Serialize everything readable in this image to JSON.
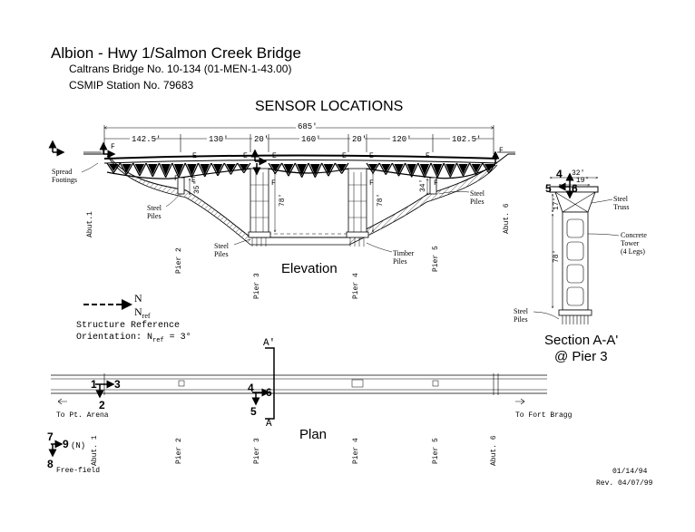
{
  "header": {
    "title": "Albion - Hwy 1/Salmon Creek Bridge",
    "subtitle1": "Caltrans Bridge No. 10-134 (01-MEN-1-43.00)",
    "subtitle2": "CSMIP Station No. 79683"
  },
  "elevation": {
    "heading": "SENSOR LOCATIONS",
    "caption": "Elevation",
    "total_length": "685'",
    "spans": [
      "142.5'",
      "130'",
      "20'",
      "160'",
      "20'",
      "120'",
      "102.5'"
    ],
    "height_35": "35'",
    "height_78a": "78'",
    "height_78b": "78'",
    "height_34": "34'",
    "label_e": "E",
    "label_f": "F",
    "spread_footings": "Spread\nFootings",
    "steel_piles": "Steel\nPiles",
    "steel_piles_2": "Steel\nPiles",
    "steel_piles_3": "Steel\nPiles",
    "timber_piles": "Timber\nPiles",
    "abut1": "Abut.1",
    "abut6": "Abut. 6",
    "pier2": "Pier 2",
    "pier3": "Pier 3",
    "pier4": "Pier 4",
    "pier5": "Pier 5"
  },
  "orientation": {
    "n": "N",
    "nref": "N",
    "nref_sub": "ref",
    "text1": "Structure Reference",
    "text2_a": "Orientation: N",
    "text2_sub": "ref",
    "text2_b": " = 3°"
  },
  "section": {
    "caption1": "Section A-A'",
    "caption2": "@ Pier 3",
    "width_32": "32'",
    "width_19": "19'",
    "height_17": "17'",
    "height_78": "78'",
    "steel_truss": "Steel\nTruss",
    "concrete_tower": "Concrete\nTower\n(4 Legs)",
    "steel_piles": "Steel\nPiles",
    "ch4": "4",
    "ch5": "5",
    "ch6": "6"
  },
  "plan": {
    "caption": "Plan",
    "to_left": "To Pt. Arena",
    "to_right": "To Fort Bragg",
    "a_top": "A'",
    "a_bottom": "A",
    "ch1": "1",
    "ch2": "2",
    "ch3": "3",
    "ch4": "4",
    "ch5": "5",
    "ch6": "6",
    "ch7": "7",
    "ch8": "8",
    "ch9": "9",
    "n_label": "(N)",
    "free_field": "Free-field",
    "abut1": "Abut. 1",
    "abut6": "Abut. 6",
    "pier2": "Pier 2",
    "pier3": "Pier 3",
    "pier4": "Pier 4",
    "pier5": "Pier 5"
  },
  "footer": {
    "date1": "01/14/94",
    "date2": "Rev. 04/07/99"
  }
}
